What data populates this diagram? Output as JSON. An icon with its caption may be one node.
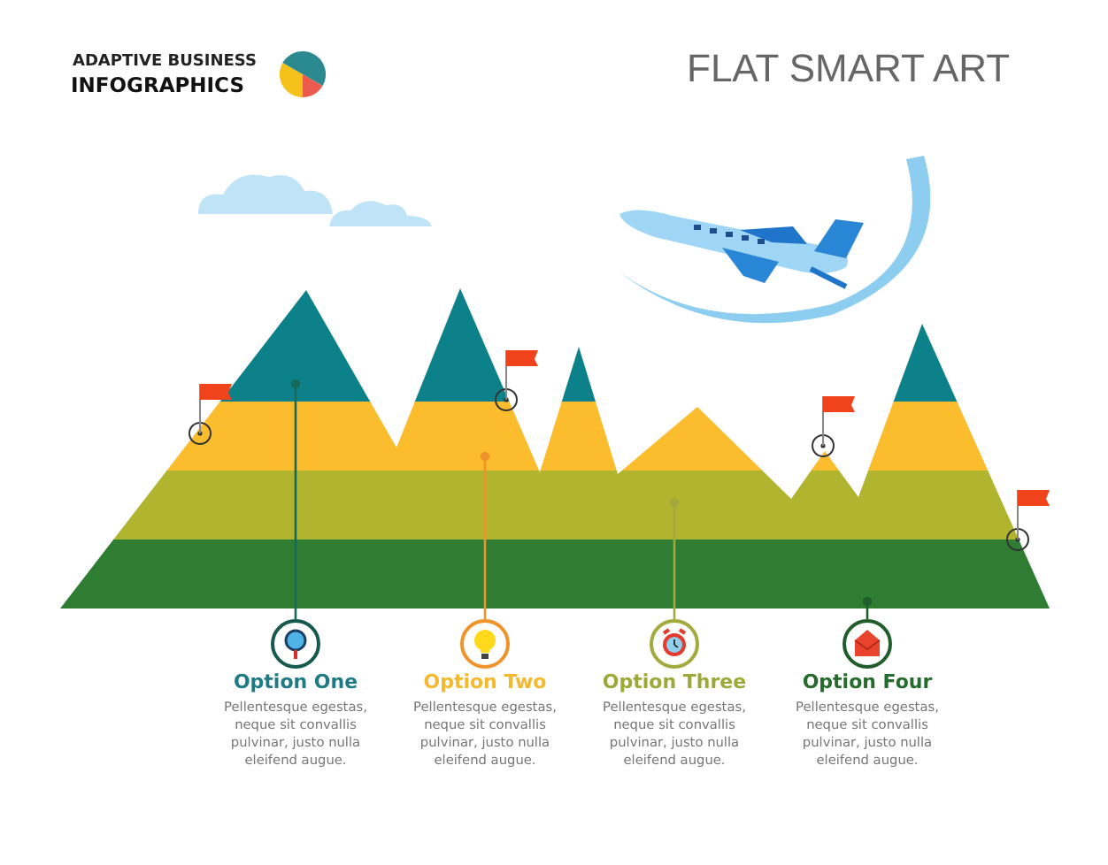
{
  "diagram": {
    "title": "FLAT SMART ART",
    "nodes": [
      {
        "text": [
          "Option One",
          "Pellentesque egestas, neque sit convallis pulvinar, justo nulla eleifend augue."
        ]
      },
      {
        "text": [
          "Option Two",
          "Pellentesque egestas, neque sit convallis pulvinar, justo nulla eleifend augue."
        ]
      },
      {
        "text": [
          "Option Three",
          "Pellentesque egestas, neque sit convallis pulvinar, justo nulla eleifend augue."
        ]
      },
      {
        "text": [
          "Option Four",
          "Pellentesque egestas, neque sit convallis pulvinar, justo nulla eleifend augue."
        ]
      }
    ],
    "edges": [
      {
        "from": null,
        "to": 0,
        "arrow": "other",
        "color": "#17695a"
      },
      {
        "from": null,
        "to": 1,
        "arrow": "other",
        "color": "#f0932b"
      },
      {
        "from": null,
        "to": 2,
        "arrow": "other",
        "color": "#a3aa3c"
      },
      {
        "from": null,
        "to": 3,
        "arrow": "other",
        "color": "#1f5e2a"
      }
    ],
    "labels": [
      "ADAPTIVE BUSINESS",
      "INFOGRAPHICS"
    ]
  }
}
